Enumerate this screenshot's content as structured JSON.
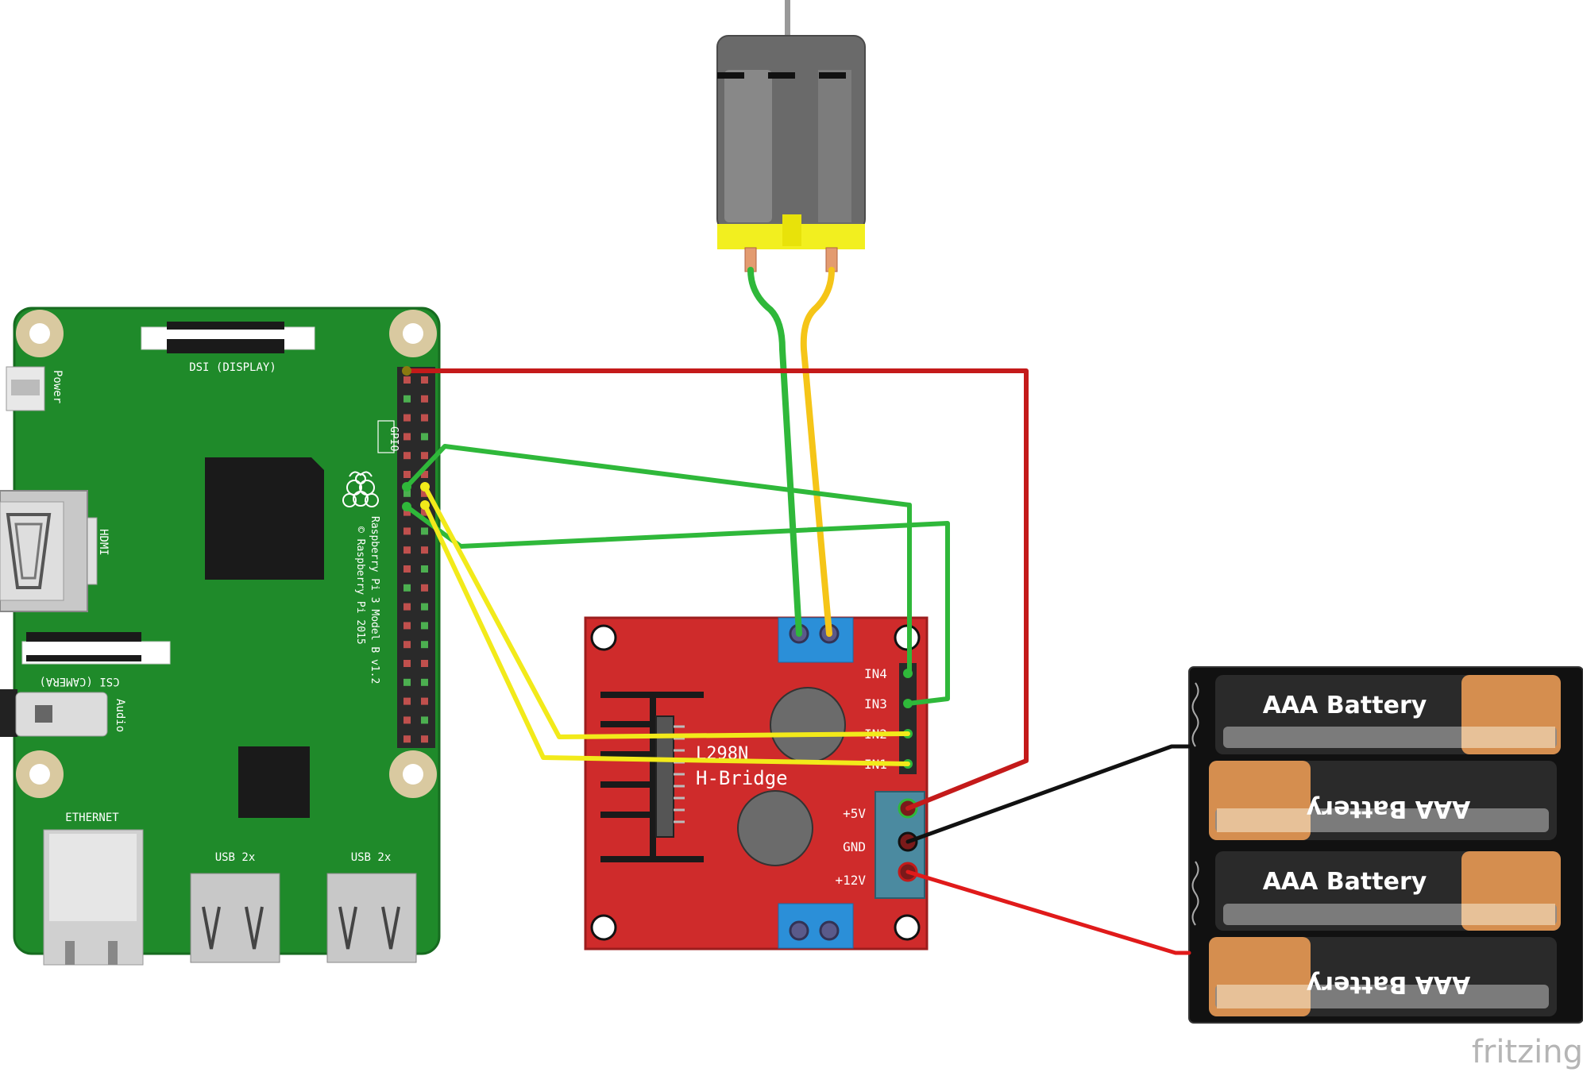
{
  "raspberry_pi": {
    "model_label": "Raspberry Pi 3 Model B v1.2",
    "copyright_label": "© Raspberry Pi 2015",
    "gpio_label": "GPIO",
    "dsi_label": "DSI (DISPLAY)",
    "csi_label": "CSI (CAMERA)",
    "power_label": "Power",
    "hdmi_label": "HDMI",
    "audio_label": "Audio",
    "ethernet_label": "ETHERNET",
    "usb_left_label": "USB 2x",
    "usb_right_label": "USB 2x",
    "board_color": "#1f8a2a"
  },
  "hbridge": {
    "chip_label": "L298N",
    "title_label": "H-Bridge",
    "pins": {
      "in4": "IN4",
      "in3": "IN3",
      "in2": "IN2",
      "in1": "IN1"
    },
    "power_pins": {
      "v5": "+5V",
      "gnd": "GND",
      "v12": "+12V"
    },
    "board_color": "#cf2b2b"
  },
  "battery_pack": {
    "cells": [
      "AAA Battery",
      "AAA Battery",
      "AAA Battery",
      "AAA Battery"
    ]
  },
  "motor": {
    "body_color": "#6a6a6a",
    "cap_color": "#f2ef1f"
  },
  "wire_colors": {
    "red": "#c41a1a",
    "green": "#2fb83a",
    "yellow": "#f2ea1a",
    "black": "#111111",
    "motor_yellow": "#f5c518"
  },
  "credit": {
    "fritzing": "fritzing"
  }
}
